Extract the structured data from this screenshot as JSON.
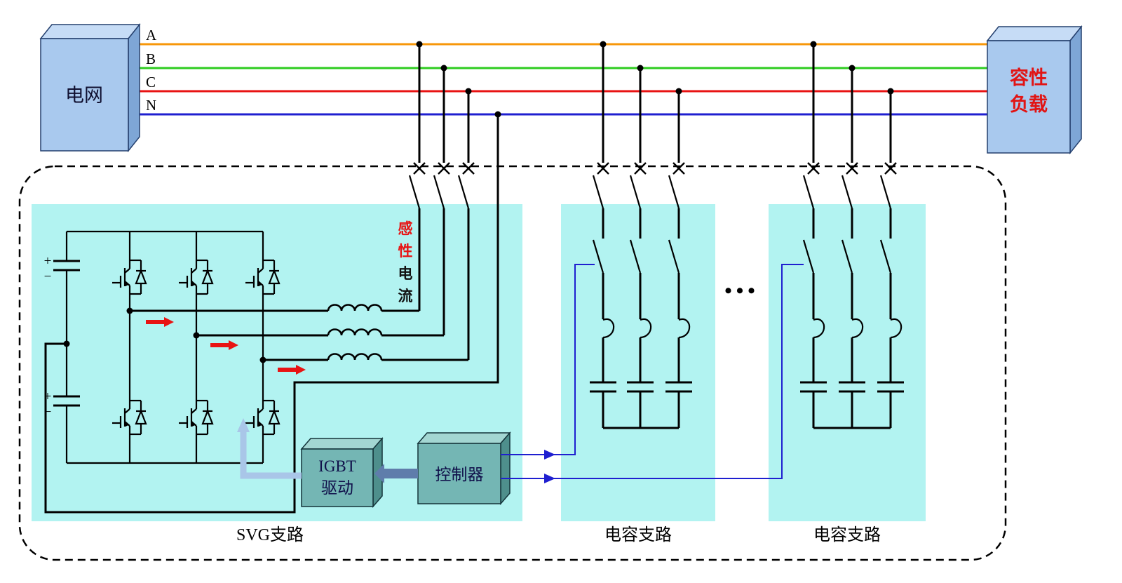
{
  "grid_box": {
    "label": "电网"
  },
  "load_box": {
    "line1": "容性",
    "line2": "负载"
  },
  "phases": [
    {
      "label": "A",
      "color": "#f79709"
    },
    {
      "label": "B",
      "color": "#2ecc1f"
    },
    {
      "label": "C",
      "color": "#e81313"
    },
    {
      "label": "N",
      "color": "#1f1fd0"
    }
  ],
  "inductive_current": {
    "chars": [
      {
        "ch": "感",
        "color": "#e81313"
      },
      {
        "ch": "性",
        "color": "#e81313"
      },
      {
        "ch": "电",
        "color": "#111111"
      },
      {
        "ch": "流",
        "color": "#111111"
      }
    ]
  },
  "dc_link": {
    "plus": "+",
    "minus": "−"
  },
  "igbt_driver_box": {
    "line1": "IGBT",
    "line2": "驱动"
  },
  "controller_box": {
    "label": "控制器"
  },
  "branch_labels": {
    "svg_branch": "SVG支路",
    "cap_branch_1": "电容支路",
    "cap_branch_2": "电容支路"
  },
  "ellipsis": "•••",
  "colors": {
    "panel_cyan": "#b2f3f1",
    "box_blue_front": "#a9c9ee",
    "box_teal_front": "#74b6b4",
    "control_line_blue": "#1f1fd0",
    "signal_arrow_slate": "#5f7dab",
    "gate_arrow_light_blue": "#a9c6e8",
    "highlight_red": "#e81313",
    "wire_black": "#000000"
  }
}
